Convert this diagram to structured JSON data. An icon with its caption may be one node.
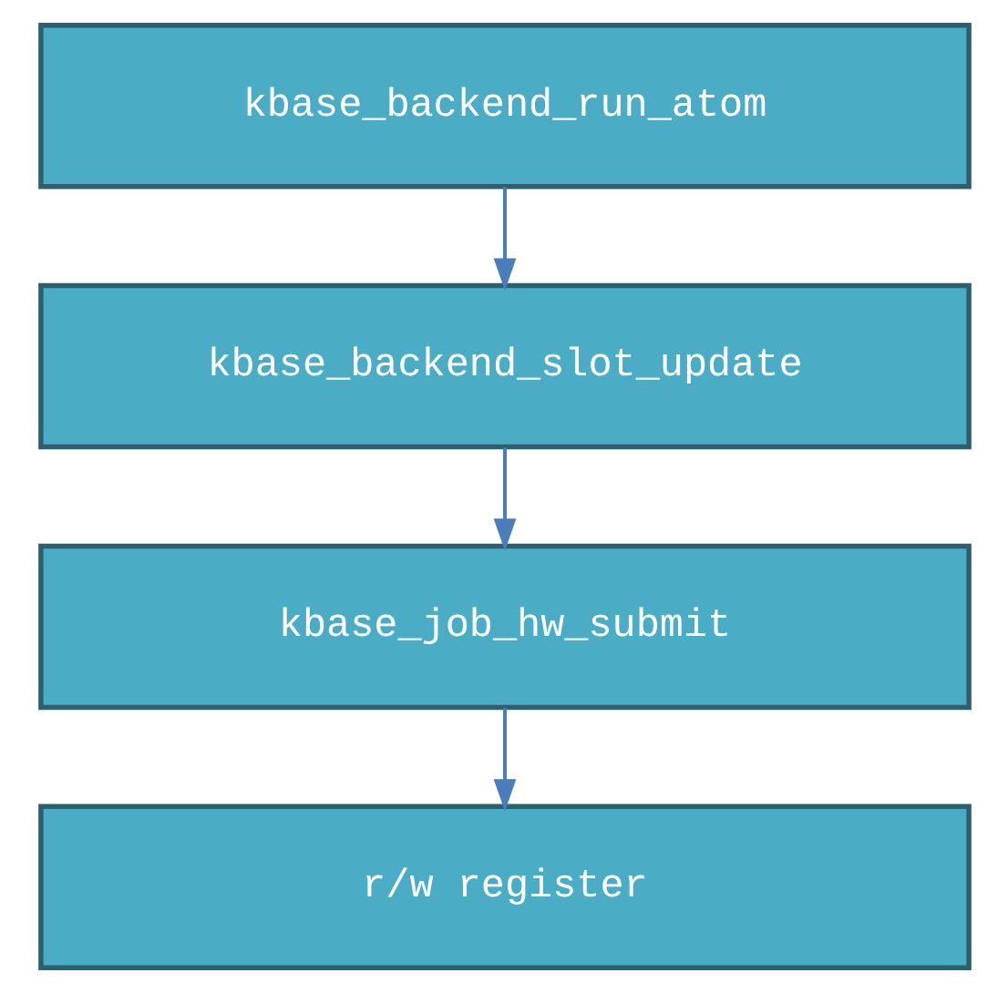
{
  "diagram": {
    "nodes": [
      {
        "text": [
          "kbase_backend_run_atom"
        ]
      },
      {
        "text": [
          "kbase_backend_slot_update"
        ]
      },
      {
        "text": [
          "kbase_job_hw_submit"
        ]
      },
      {
        "text": [
          "r/w register"
        ]
      }
    ],
    "edges": [
      {
        "from": 0,
        "to": 1,
        "arrow": "to"
      },
      {
        "from": 1,
        "to": 2,
        "arrow": "to"
      },
      {
        "from": 2,
        "to": 3,
        "arrow": "to"
      }
    ]
  }
}
